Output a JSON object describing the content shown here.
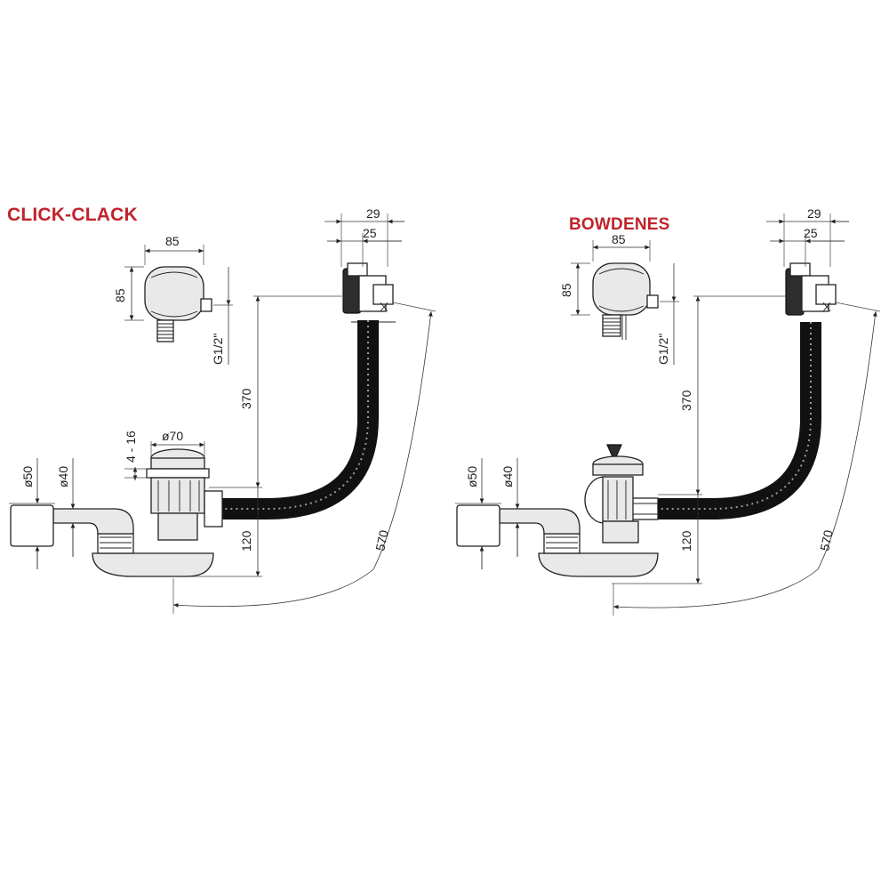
{
  "variants": [
    {
      "title": "CLICK-CLACK",
      "dims": {
        "box_width": "85",
        "box_height": "85",
        "thread": "G1/2\"",
        "overflow_outer": "29",
        "overflow_inner": "25",
        "height_370": "370",
        "range_4_16": "4 - 16",
        "drain_dia": "ø70",
        "pipe_outer": "ø50",
        "pipe_inner": "ø40",
        "height_120": "120",
        "length_570": "570"
      }
    },
    {
      "title": "BOWDENES",
      "dims": {
        "box_width": "85",
        "box_height": "85",
        "thread": "G1/2\"",
        "overflow_outer": "29",
        "overflow_inner": "25",
        "height_370": "370",
        "pipe_outer": "ø50",
        "pipe_inner": "ø40",
        "height_120": "120",
        "length_570": "570"
      }
    }
  ],
  "colors": {
    "title": "#c0232b",
    "line": "#222222"
  }
}
